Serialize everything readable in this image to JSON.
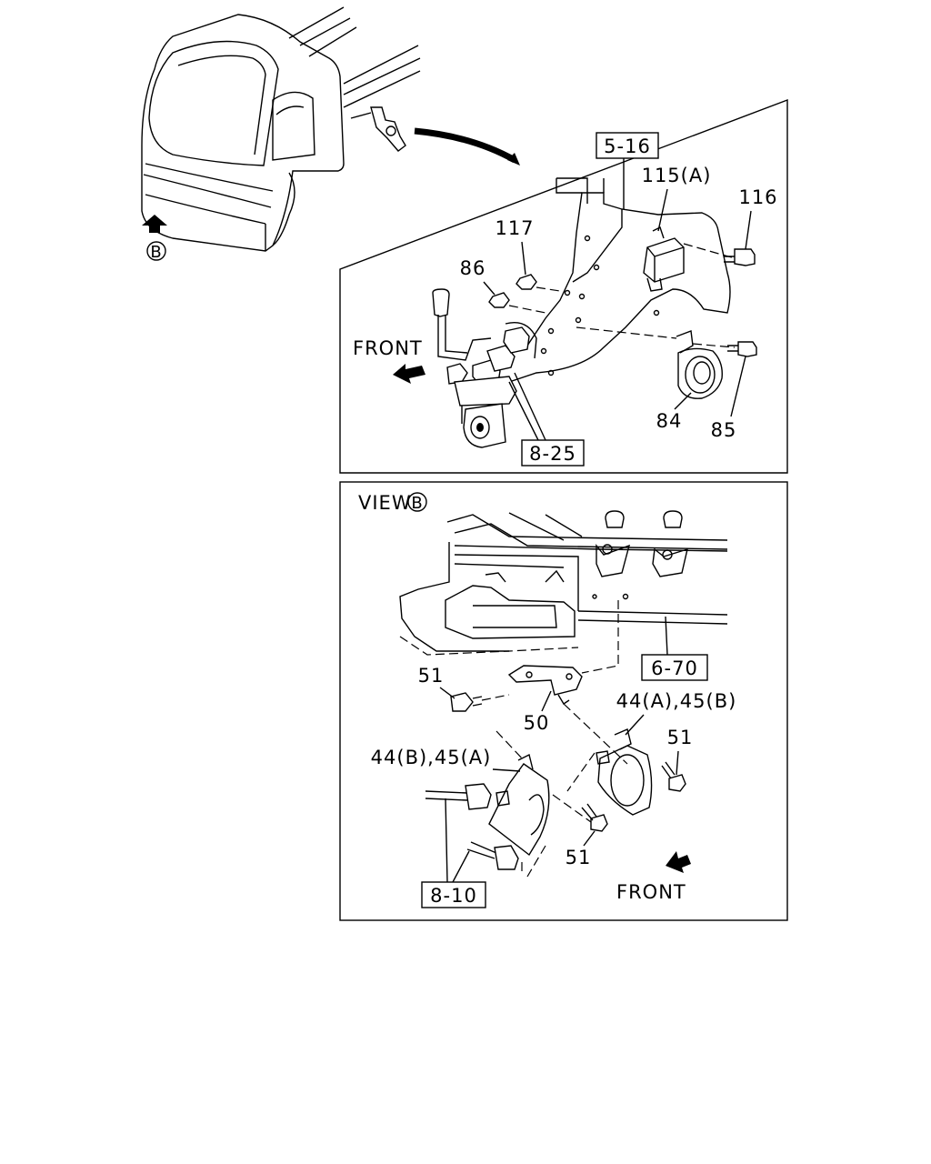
{
  "callouts": {
    "ref_5_16": "5-16",
    "ref_115a": "115(A)",
    "ref_116": "116",
    "ref_117": "117",
    "ref_86": "86",
    "ref_84": "84",
    "ref_85": "85",
    "ref_8_25": "8-25",
    "ref_6_70": "6-70",
    "ref_51a": "51",
    "ref_50": "50",
    "ref_44a45b": "44(A),45(B)",
    "ref_51b": "51",
    "ref_44b45a": "44(B),45(A)",
    "ref_51c": "51",
    "ref_8_10": "8-10"
  },
  "labels": {
    "front_top": "FRONT",
    "front_bottom": "FRONT",
    "view": "VIEW",
    "view_marker": "B",
    "truck_marker": "B"
  }
}
